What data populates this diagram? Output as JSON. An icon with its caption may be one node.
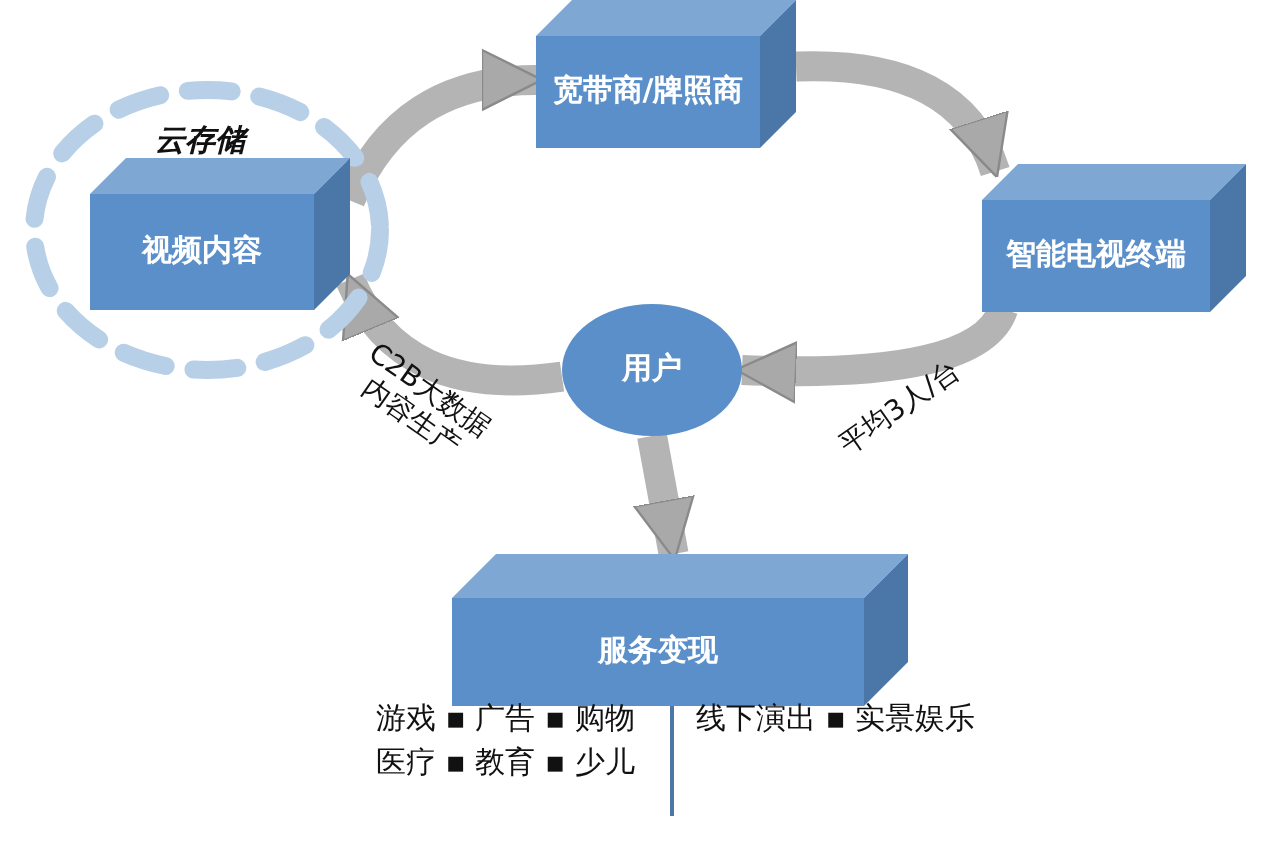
{
  "diagram": {
    "nodes": [
      {
        "text": [
          "云存储"
        ]
      },
      {
        "text": [
          "视频内容"
        ],
        "in": 0
      },
      {
        "text": [
          "宽带商/牌照商"
        ]
      },
      {
        "text": [
          "智能电视终端"
        ]
      },
      {
        "text": [
          "用户"
        ]
      },
      {
        "text": [
          "服务变现"
        ]
      }
    ],
    "edges": [
      {
        "from": 1,
        "to": 2,
        "arrow": "to"
      },
      {
        "from": 2,
        "to": 3,
        "arrow": "to"
      },
      {
        "from": 3,
        "to": 4,
        "arrow": "to",
        "label": "平均3人/台"
      },
      {
        "from": 4,
        "to": 1,
        "arrow": "to",
        "label": "C2B大数据内容生产"
      },
      {
        "from": 4,
        "to": 5,
        "arrow": "to"
      }
    ],
    "labels": [
      "游戏 ▪ 广告 ▪ 购物",
      "医疗 ▪ 教育 ▪ 少儿",
      "线下演出 ▪ 实景娱乐"
    ]
  }
}
